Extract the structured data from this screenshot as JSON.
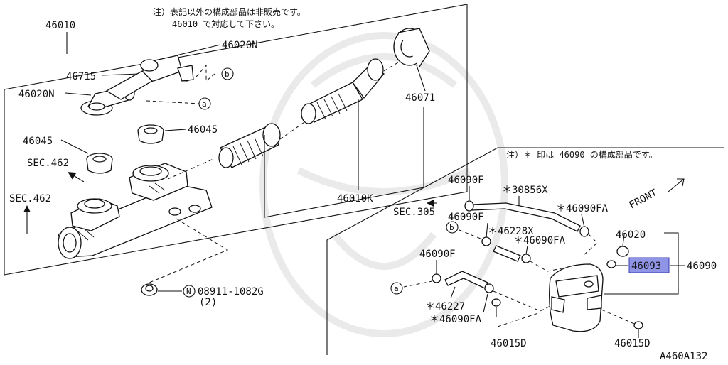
{
  "notes": {
    "upper_line1": "注）表記以外の構成部品は非販売です。",
    "upper_line2": "46010 で対応して下さい。",
    "lower": "注）＊ 印は 46090 の構成部品です。"
  },
  "labels": {
    "p46010": "46010",
    "p46020N_top": "46020N",
    "p46715": "46715",
    "p46020N_left": "46020N",
    "p46045_left": "46045",
    "p46045_mid": "46045",
    "p46071": "46071",
    "p46010K": "46010K",
    "sec462_a": "SEC.462",
    "sec462_b": "SEC.462",
    "bolt_code": "08911-1082G",
    "bolt_qty": "(2)",
    "bolt_prefix": "N",
    "p46090F_a": "46090F",
    "p30856X": "＊30856X",
    "sec305": "SEC.305",
    "p46090FA_a": "＊46090FA",
    "p46090F_b": "46090F",
    "p46228X": "＊46228X",
    "p46090FA_b": "＊46090FA",
    "p46020": "46020",
    "p46093": "46093",
    "p46090": "46090",
    "p46090F_c": "46090F",
    "p46227": "＊46227",
    "p46090FA_c": "＊46090FA",
    "p46015D_a": "46015D",
    "p46015D_b": "46015D",
    "front": "FRONT",
    "ref_a1": "a",
    "ref_a2": "a",
    "ref_b1": "b",
    "ref_b2": "b",
    "diagram_id": "A460A132"
  },
  "colors": {
    "highlight": "#8f94e6",
    "line": "#111111"
  }
}
